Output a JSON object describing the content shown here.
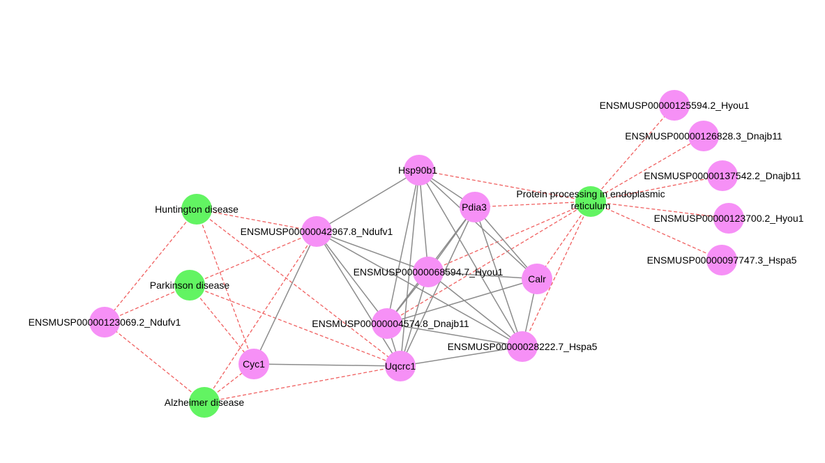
{
  "colors": {
    "protein_node": "#f690f6",
    "pathway_node": "#62f462",
    "ppi_edge": "#8c8c8c",
    "pathway_edge": "#f06060"
  },
  "nodes": [
    {
      "id": "hsp90b1",
      "label": "Hsp90b1",
      "kind": "protein"
    },
    {
      "id": "pdia3",
      "label": "Pdia3",
      "kind": "protein"
    },
    {
      "id": "hyou1_68594",
      "label": "ENSMUSP00000068594.7_Hyou1",
      "kind": "protein"
    },
    {
      "id": "calr",
      "label": "Calr",
      "kind": "protein"
    },
    {
      "id": "dnajb11_4574",
      "label": "ENSMUSP00000004574.8_Dnajb11",
      "kind": "protein"
    },
    {
      "id": "hspa5_28222",
      "label": "ENSMUSP00000028222.7_Hspa5",
      "kind": "protein"
    },
    {
      "id": "uqcrc1",
      "label": "Uqcrc1",
      "kind": "protein"
    },
    {
      "id": "cyc1",
      "label": "Cyc1",
      "kind": "protein"
    },
    {
      "id": "ndufv1_42967",
      "label": "ENSMUSP00000042967.8_Ndufv1",
      "kind": "protein"
    },
    {
      "id": "ndufv1_123069",
      "label": "ENSMUSP00000123069.2_Ndufv1",
      "kind": "protein"
    },
    {
      "id": "hyou1_125594",
      "label": "ENSMUSP00000125594.2_Hyou1",
      "kind": "protein"
    },
    {
      "id": "dnajb11_126828",
      "label": "ENSMUSP00000126828.3_Dnajb11",
      "kind": "protein"
    },
    {
      "id": "dnajb11_137542",
      "label": "ENSMUSP00000137542.2_Dnajb11",
      "kind": "protein"
    },
    {
      "id": "hyou1_123700",
      "label": "ENSMUSP00000123700.2_Hyou1",
      "kind": "protein"
    },
    {
      "id": "hspa5_97747",
      "label": "ENSMUSP00000097747.3_Hspa5",
      "kind": "protein"
    },
    {
      "id": "huntington",
      "label": "Huntington disease",
      "kind": "pathway"
    },
    {
      "id": "parkinson",
      "label": "Parkinson disease",
      "kind": "pathway"
    },
    {
      "id": "alzheimer",
      "label": "Alzheimer disease",
      "kind": "pathway"
    },
    {
      "id": "er_processing",
      "label": [
        "Protein processing in endoplasmic",
        "reticulum"
      ],
      "kind": "pathway"
    }
  ],
  "edges": [
    {
      "source": "hsp90b1",
      "target": "pdia3",
      "type": "ppi"
    },
    {
      "source": "hsp90b1",
      "target": "ndufv1_42967",
      "type": "ppi"
    },
    {
      "source": "hsp90b1",
      "target": "hyou1_68594",
      "type": "ppi"
    },
    {
      "source": "hsp90b1",
      "target": "calr",
      "type": "ppi"
    },
    {
      "source": "hsp90b1",
      "target": "dnajb11_4574",
      "type": "ppi"
    },
    {
      "source": "hsp90b1",
      "target": "hspa5_28222",
      "type": "ppi"
    },
    {
      "source": "hsp90b1",
      "target": "uqcrc1",
      "type": "ppi"
    },
    {
      "source": "pdia3",
      "target": "hyou1_68594",
      "type": "ppi"
    },
    {
      "source": "pdia3",
      "target": "calr",
      "type": "ppi"
    },
    {
      "source": "pdia3",
      "target": "dnajb11_4574",
      "type": "ppi"
    },
    {
      "source": "pdia3",
      "target": "hspa5_28222",
      "type": "ppi"
    },
    {
      "source": "pdia3",
      "target": "uqcrc1",
      "type": "ppi"
    },
    {
      "source": "hyou1_68594",
      "target": "calr",
      "type": "ppi"
    },
    {
      "source": "hyou1_68594",
      "target": "dnajb11_4574",
      "type": "ppi"
    },
    {
      "source": "hyou1_68594",
      "target": "hspa5_28222",
      "type": "ppi"
    },
    {
      "source": "hyou1_68594",
      "target": "uqcrc1",
      "type": "ppi"
    },
    {
      "source": "calr",
      "target": "dnajb11_4574",
      "type": "ppi"
    },
    {
      "source": "calr",
      "target": "hspa5_28222",
      "type": "ppi"
    },
    {
      "source": "dnajb11_4574",
      "target": "hspa5_28222",
      "type": "ppi"
    },
    {
      "source": "dnajb11_4574",
      "target": "uqcrc1",
      "type": "ppi"
    },
    {
      "source": "hspa5_28222",
      "target": "uqcrc1",
      "type": "ppi"
    },
    {
      "source": "ndufv1_42967",
      "target": "dnajb11_4574",
      "type": "ppi"
    },
    {
      "source": "ndufv1_42967",
      "target": "hspa5_28222",
      "type": "ppi"
    },
    {
      "source": "ndufv1_42967",
      "target": "hyou1_68594",
      "type": "ppi"
    },
    {
      "source": "ndufv1_42967",
      "target": "cyc1",
      "type": "ppi"
    },
    {
      "source": "ndufv1_42967",
      "target": "uqcrc1",
      "type": "ppi"
    },
    {
      "source": "cyc1",
      "target": "uqcrc1",
      "type": "ppi"
    },
    {
      "source": "er_processing",
      "target": "hsp90b1",
      "type": "pathway"
    },
    {
      "source": "er_processing",
      "target": "pdia3",
      "type": "pathway"
    },
    {
      "source": "er_processing",
      "target": "hyou1_68594",
      "type": "pathway"
    },
    {
      "source": "er_processing",
      "target": "calr",
      "type": "pathway"
    },
    {
      "source": "er_processing",
      "target": "dnajb11_4574",
      "type": "pathway"
    },
    {
      "source": "er_processing",
      "target": "hspa5_28222",
      "type": "pathway"
    },
    {
      "source": "er_processing",
      "target": "hyou1_125594",
      "type": "pathway"
    },
    {
      "source": "er_processing",
      "target": "dnajb11_126828",
      "type": "pathway"
    },
    {
      "source": "er_processing",
      "target": "dnajb11_137542",
      "type": "pathway"
    },
    {
      "source": "er_processing",
      "target": "hyou1_123700",
      "type": "pathway"
    },
    {
      "source": "er_processing",
      "target": "hspa5_97747",
      "type": "pathway"
    },
    {
      "source": "huntington",
      "target": "ndufv1_42967",
      "type": "pathway"
    },
    {
      "source": "huntington",
      "target": "ndufv1_123069",
      "type": "pathway"
    },
    {
      "source": "huntington",
      "target": "cyc1",
      "type": "pathway"
    },
    {
      "source": "huntington",
      "target": "uqcrc1",
      "type": "pathway"
    },
    {
      "source": "parkinson",
      "target": "ndufv1_42967",
      "type": "pathway"
    },
    {
      "source": "parkinson",
      "target": "ndufv1_123069",
      "type": "pathway"
    },
    {
      "source": "parkinson",
      "target": "cyc1",
      "type": "pathway"
    },
    {
      "source": "parkinson",
      "target": "uqcrc1",
      "type": "pathway"
    },
    {
      "source": "alzheimer",
      "target": "ndufv1_42967",
      "type": "pathway"
    },
    {
      "source": "alzheimer",
      "target": "ndufv1_123069",
      "type": "pathway"
    },
    {
      "source": "alzheimer",
      "target": "cyc1",
      "type": "pathway"
    },
    {
      "source": "alzheimer",
      "target": "uqcrc1",
      "type": "pathway"
    }
  ]
}
